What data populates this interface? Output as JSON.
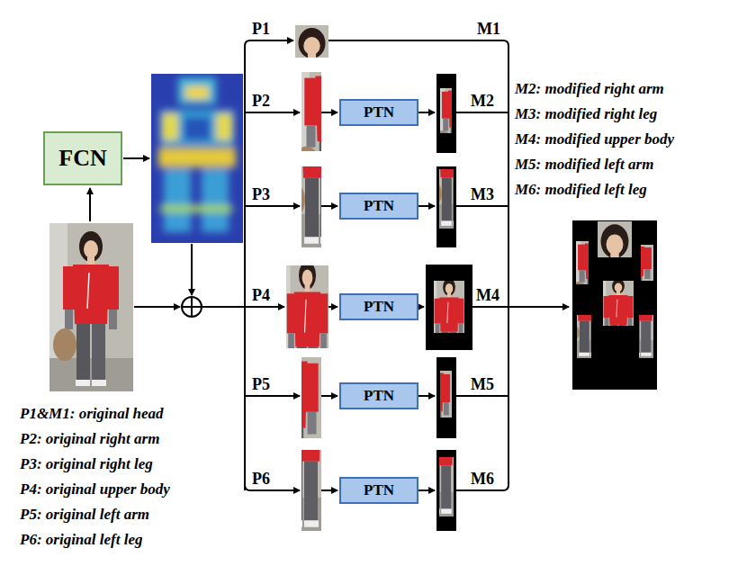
{
  "diagram": {
    "nodes": [
      {
        "text": [
          "FCN"
        ]
      },
      {
        "text": [
          "PTN"
        ]
      },
      {
        "text": [
          "PTN"
        ]
      },
      {
        "text": [
          "PTN"
        ]
      },
      {
        "text": [
          "PTN"
        ]
      },
      {
        "text": [
          "PTN"
        ]
      }
    ],
    "labels": [
      "P1",
      "M1",
      "M2: modified right arm",
      "M3: modified right leg",
      "M4: modified upper body",
      "M5: modified left arm",
      "M6: modified left leg",
      "P2",
      "M2",
      "P3",
      "M3",
      "P4",
      "M4",
      "P5",
      "M5",
      "P6",
      "M6",
      "P1&M1: original head",
      "P2: original right arm",
      "P3: original right leg",
      "P4: original upper body",
      "P5: original left arm",
      "P6: original left leg"
    ]
  }
}
